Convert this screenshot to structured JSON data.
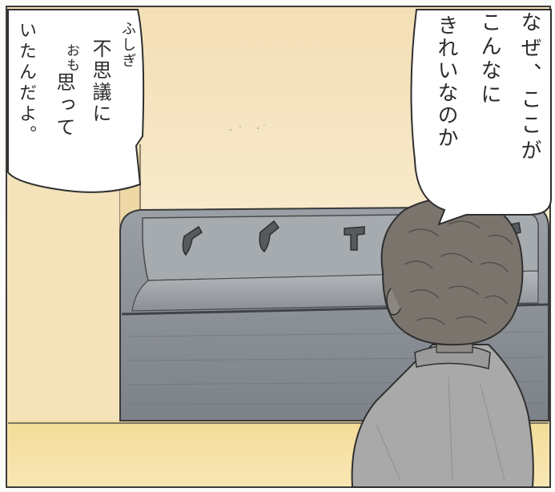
{
  "panel": {
    "colors": {
      "wall": "#f6e6c2",
      "wall_highlight": "#fbf0d8",
      "floor": "#f7e3a8",
      "tub": "#8f959c",
      "tub_dark": "#6b7076",
      "hair": "#77716b",
      "jacket": "#a8a8a8",
      "outline": "#3a3a3a"
    }
  },
  "bubble_right": {
    "lines": [
      "なぜ、ここが",
      "こんなに",
      "きれいなのか"
    ]
  },
  "bubble_left": {
    "ruby_fushigi": "ふしぎ",
    "line_fushigi": "不思議に",
    "ruby_omo": "おも",
    "line_omotte": "思って",
    "line_ita": "いたんだよ。"
  }
}
